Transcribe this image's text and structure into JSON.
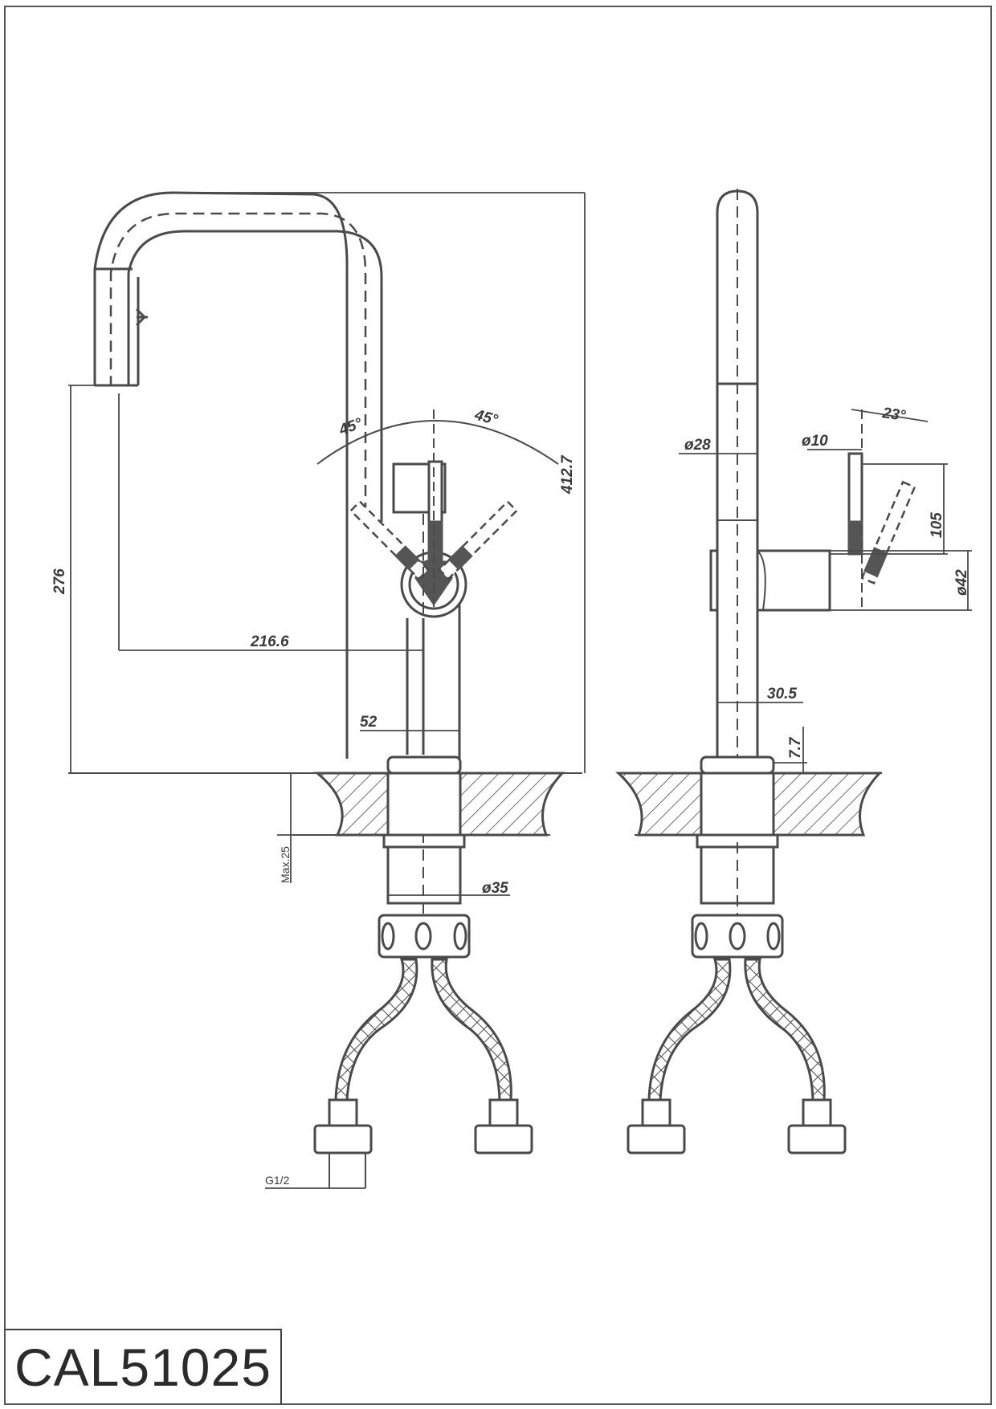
{
  "sheet": {
    "model_code": "CAL51025"
  },
  "front_view": {
    "dims": {
      "height_total": "412.7",
      "spout_height": "276",
      "spout_reach": "216.6",
      "body_width": "52",
      "base_diameter": "ø35",
      "max_deck": "Max.25",
      "thread": "G1/2",
      "angle_left": "45°",
      "angle_right": "45°"
    }
  },
  "side_view": {
    "dims": {
      "spout_diameter": "ø28",
      "handle_diameter": "ø10",
      "handle_angle": "23°",
      "handle_height": "105",
      "hub_diameter": "ø42",
      "body_depth": "30.5",
      "base_height": "7.7"
    }
  },
  "colors": {
    "line": "#4a4a4a",
    "hatch": "#4a4a4a",
    "fill_dark": "#555555"
  }
}
